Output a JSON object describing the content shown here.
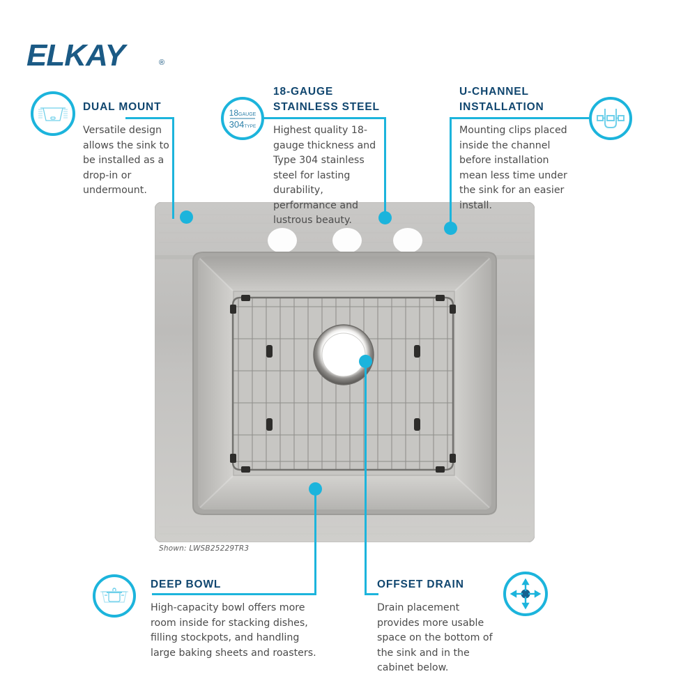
{
  "brand": {
    "name": "ELKAY",
    "registered": "®",
    "logo_color": "#1b5a85"
  },
  "theme": {
    "accent": "#1CB4DC",
    "heading": "#10466f",
    "body_text": "#4b4b4b",
    "background": "#ffffff"
  },
  "product": {
    "caption": "Shown: LWSB25229TR3",
    "faucet_holes": 3
  },
  "features": [
    {
      "id": "dual-mount",
      "icon": "sink-cross-section-icon",
      "title": "DUAL MOUNT",
      "body": "Versatile design allows the sink to be installed as a drop-in or undermount."
    },
    {
      "id": "18-gauge-stainless-steel",
      "icon": "gauge-badge-icon",
      "icon_text": {
        "top_number": "18",
        "top_label": "GAUGE",
        "bottom_number": "304",
        "bottom_label": "TYPE"
      },
      "title": "18-GAUGE STAINLESS STEEL",
      "body": "Highest quality 18-gauge thickness and Type 304 stainless steel for lasting durability, performance and lustrous beauty."
    },
    {
      "id": "u-channel-installation",
      "icon": "u-channel-icon",
      "title": "U-CHANNEL INSTALLATION",
      "body": "Mounting clips placed inside the channel before installation mean less time under the sink for an easier install."
    },
    {
      "id": "deep-bowl",
      "icon": "stockpot-in-sink-icon",
      "title": "DEEP BOWL",
      "body": "High-capacity bowl offers more room inside for stacking dishes, filling stockpots, and handling large baking sheets and roasters."
    },
    {
      "id": "offset-drain",
      "icon": "four-way-arrows-drain-icon",
      "title": "OFFSET DRAIN",
      "body": "Drain placement provides more usable space on the bottom of the sink and in the cabinet below."
    }
  ]
}
